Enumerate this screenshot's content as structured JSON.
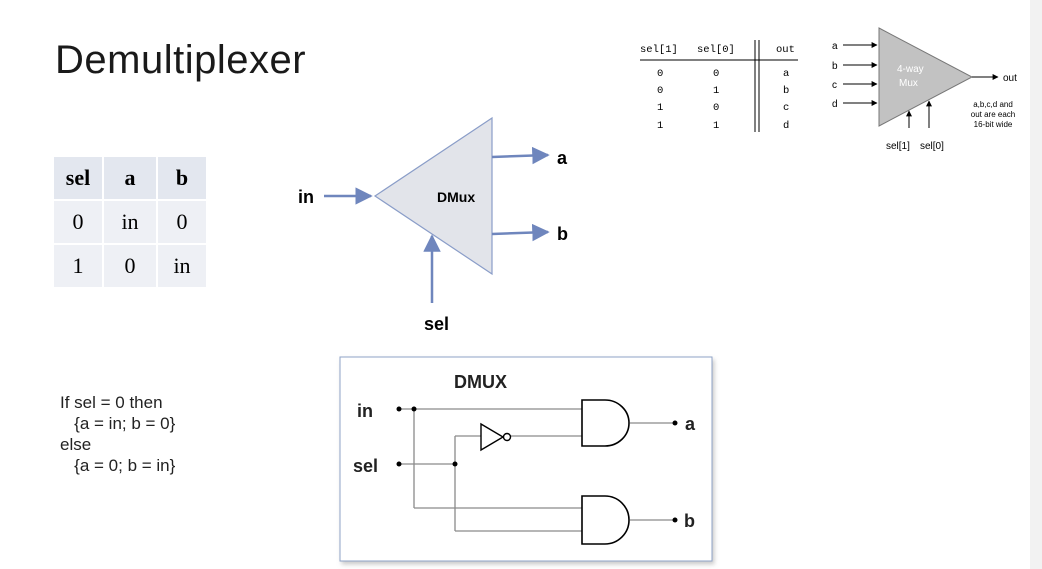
{
  "title": "Demultiplexer",
  "truth_table": {
    "headers": [
      "sel",
      "a",
      "b"
    ],
    "rows": [
      [
        "0",
        "in",
        "0"
      ],
      [
        "1",
        "0",
        "in"
      ]
    ]
  },
  "pseudocode": "If sel = 0 then\n   {a = in; b = 0}\nelse\n   {a = 0; b = in}",
  "dmux_symbol": {
    "label": "DMux",
    "input": "in",
    "select": "sel",
    "outputs": [
      "a",
      "b"
    ]
  },
  "gate_diagram": {
    "title": "DMUX",
    "inputs": [
      "in",
      "sel"
    ],
    "outputs": [
      "a",
      "b"
    ]
  },
  "mux_table": {
    "headers": [
      "sel[1]",
      "sel[0]",
      "out"
    ],
    "rows": [
      [
        "0",
        "0",
        "a"
      ],
      [
        "0",
        "1",
        "b"
      ],
      [
        "1",
        "0",
        "c"
      ],
      [
        "1",
        "1",
        "d"
      ]
    ]
  },
  "mux4": {
    "label_line1": "4-way",
    "label_line2": "Mux",
    "inputs": [
      "a",
      "b",
      "c",
      "d"
    ],
    "output": "out",
    "selects": [
      "sel[1]",
      "sel[0]"
    ],
    "note_line1": "a,b,c,d and",
    "note_line2": "out are each",
    "note_line3": "16-bit wide"
  },
  "colors": {
    "arrow": "#6f86bd",
    "triangle_fill": "#e2e4ea",
    "header_bg": "#e3e7ef",
    "cell_bg": "#eef0f5"
  }
}
